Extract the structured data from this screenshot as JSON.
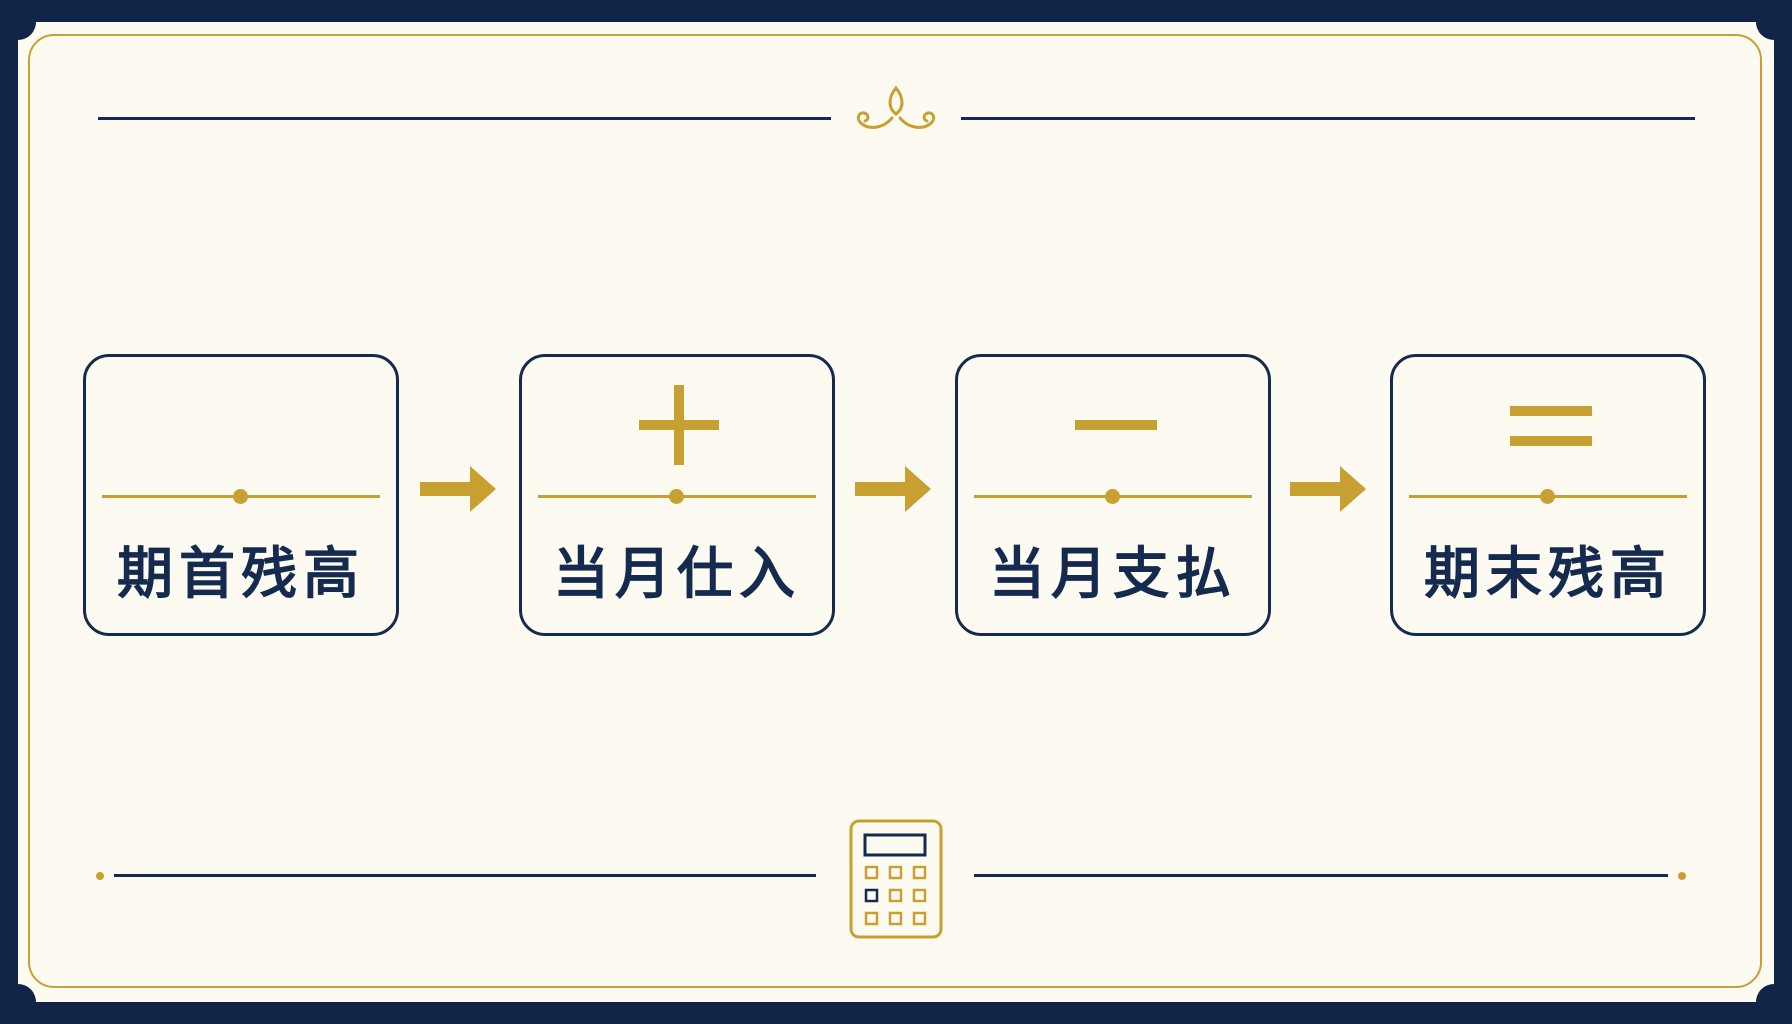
{
  "steps": [
    {
      "label": "期首残高",
      "operator": ""
    },
    {
      "label": "当月仕入",
      "operator": "plus"
    },
    {
      "label": "当月支払",
      "operator": "minus"
    },
    {
      "label": "期末残高",
      "operator": "equals"
    }
  ],
  "icons": {
    "ornament": "fleur-ornament-icon",
    "calculator": "calculator-icon"
  },
  "colors": {
    "navy": "#142a4e",
    "gold": "#c8a032",
    "background": "#fdfaf1"
  }
}
